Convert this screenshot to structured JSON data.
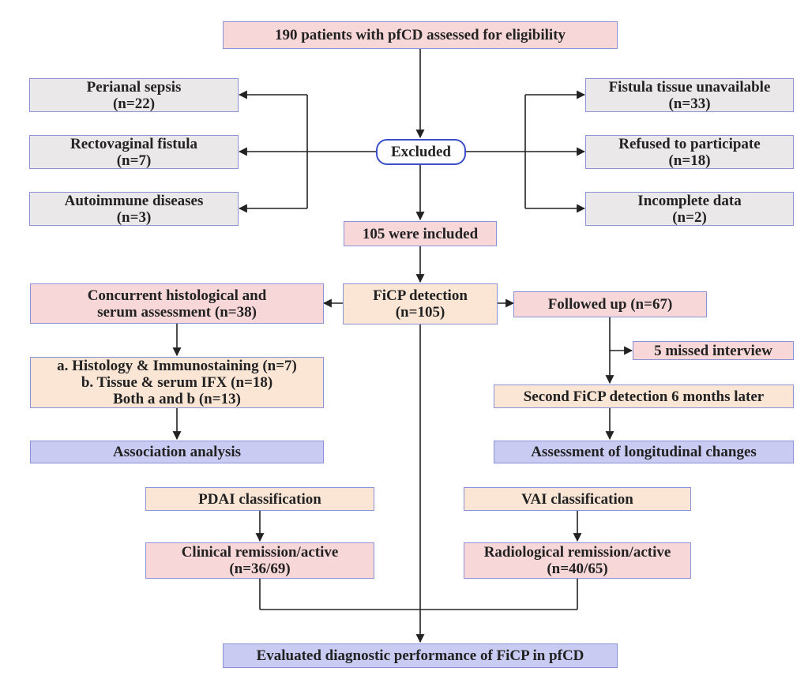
{
  "top": {
    "line1": "190 patients with pfCD assessed for eligibility"
  },
  "excluded": {
    "label": "Excluded"
  },
  "left_exclusions": [
    {
      "line1": "Perianal sepsis",
      "line2": "(n=22)"
    },
    {
      "line1": "Rectovaginal fistula",
      "line2": "(n=7)"
    },
    {
      "line1": "Autoimmune diseases",
      "line2": "(n=3)"
    }
  ],
  "right_exclusions": [
    {
      "line1": "Fistula tissue unavailable",
      "line2": "(n=33)"
    },
    {
      "line1": "Refused to participate",
      "line2": "(n=18)"
    },
    {
      "line1": "Incomplete data",
      "line2": "(n=2)"
    }
  ],
  "included": {
    "line1": "105 were included"
  },
  "ficp": {
    "line1": "FiCP detection",
    "line2": "(n=105)"
  },
  "concurrent": {
    "line1": "Concurrent histological and",
    "line2": "serum assessment (n=38)"
  },
  "subgroups": {
    "line1": "a. Histology & Immunostaining (n=7)",
    "line2": "b. Tissue & serum IFX (n=18)",
    "line3": "Both a and b (n=13)"
  },
  "association": {
    "line1": "Association analysis"
  },
  "followed": {
    "line1": "Followed up (n=67)"
  },
  "missed": {
    "line1": "5 missed interview"
  },
  "second": {
    "line1": "Second FiCP detection 6 months later"
  },
  "longitudinal": {
    "line1": "Assessment of longitudinal changes"
  },
  "pdai": {
    "line1": "PDAI classification"
  },
  "clinical": {
    "line1": "Clinical remission/active",
    "line2": "(n=36/69)"
  },
  "vai": {
    "line1": "VAI classification"
  },
  "radiological": {
    "line1": "Radiological remission/active",
    "line2": "(n=40/65)"
  },
  "final": {
    "line1": "Evaluated diagnostic performance of FiCP in pfCD"
  }
}
